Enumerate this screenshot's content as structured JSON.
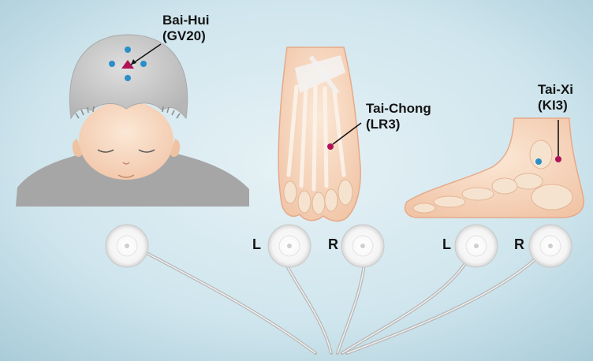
{
  "points": {
    "gv20": {
      "name": "Bai-Hui",
      "code": "(GV20)"
    },
    "lr3": {
      "name": "Tai-Chong",
      "code": "(LR3)"
    },
    "ki3": {
      "name": "Tai-Xi",
      "code": "(KI3)"
    }
  },
  "electrode_sides": {
    "left": "L",
    "right": "R"
  },
  "colors": {
    "background": "#c9e3ec",
    "skin": "#f6d9bf",
    "hair": "#c8c8c8",
    "clothing": "#a6a6a6",
    "acupoint_marker": "#b0125a",
    "auxiliary_point": "#2a8fc8",
    "electrode": "#ffffff"
  },
  "icons": [
    "child-head-illustration",
    "foot-dorsal-illustration",
    "foot-medial-illustration",
    "electrode-pad-icon"
  ]
}
